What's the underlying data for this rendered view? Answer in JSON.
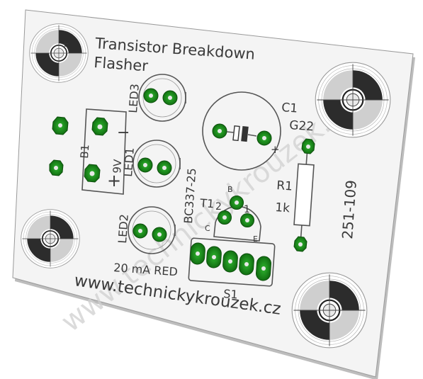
{
  "board": {
    "title_line1": "Transistor Breakdown",
    "title_line2": "Flasher",
    "website": "www.technickykrouzek.cz",
    "watermark": "www.technickykrouzek.cz",
    "board_code": "251-109"
  },
  "labels": {
    "led3": "LED3",
    "led1": "LED1",
    "led2": "LED2",
    "b1": "B1",
    "voltage": "9V",
    "minus": "−",
    "plus": "+",
    "transistor_type": "BC337-25",
    "c1": "C1",
    "g22": "G22",
    "cap_plus": "+",
    "r1": "R1",
    "r_value": "1k",
    "t1": "T1",
    "pin_b": "B",
    "pin_c": "C",
    "pin_e": "E",
    "pin_num_2": "2",
    "pin_num_1": "1",
    "led_spec": "20 mA RED",
    "s1": "S1",
    "pad_cathode_mark": "−"
  },
  "colors": {
    "board": "#f4f4f4",
    "silkscreen": "#3a3a3a",
    "copper_mask": "#1f8a1f",
    "pad_dark": "#0d4f0d",
    "hole": "#e8e8e8",
    "fiducial_dark": "#2c2c2c",
    "fiducial_light": "#d2d2d2",
    "watermark": "#cfcfcf"
  }
}
